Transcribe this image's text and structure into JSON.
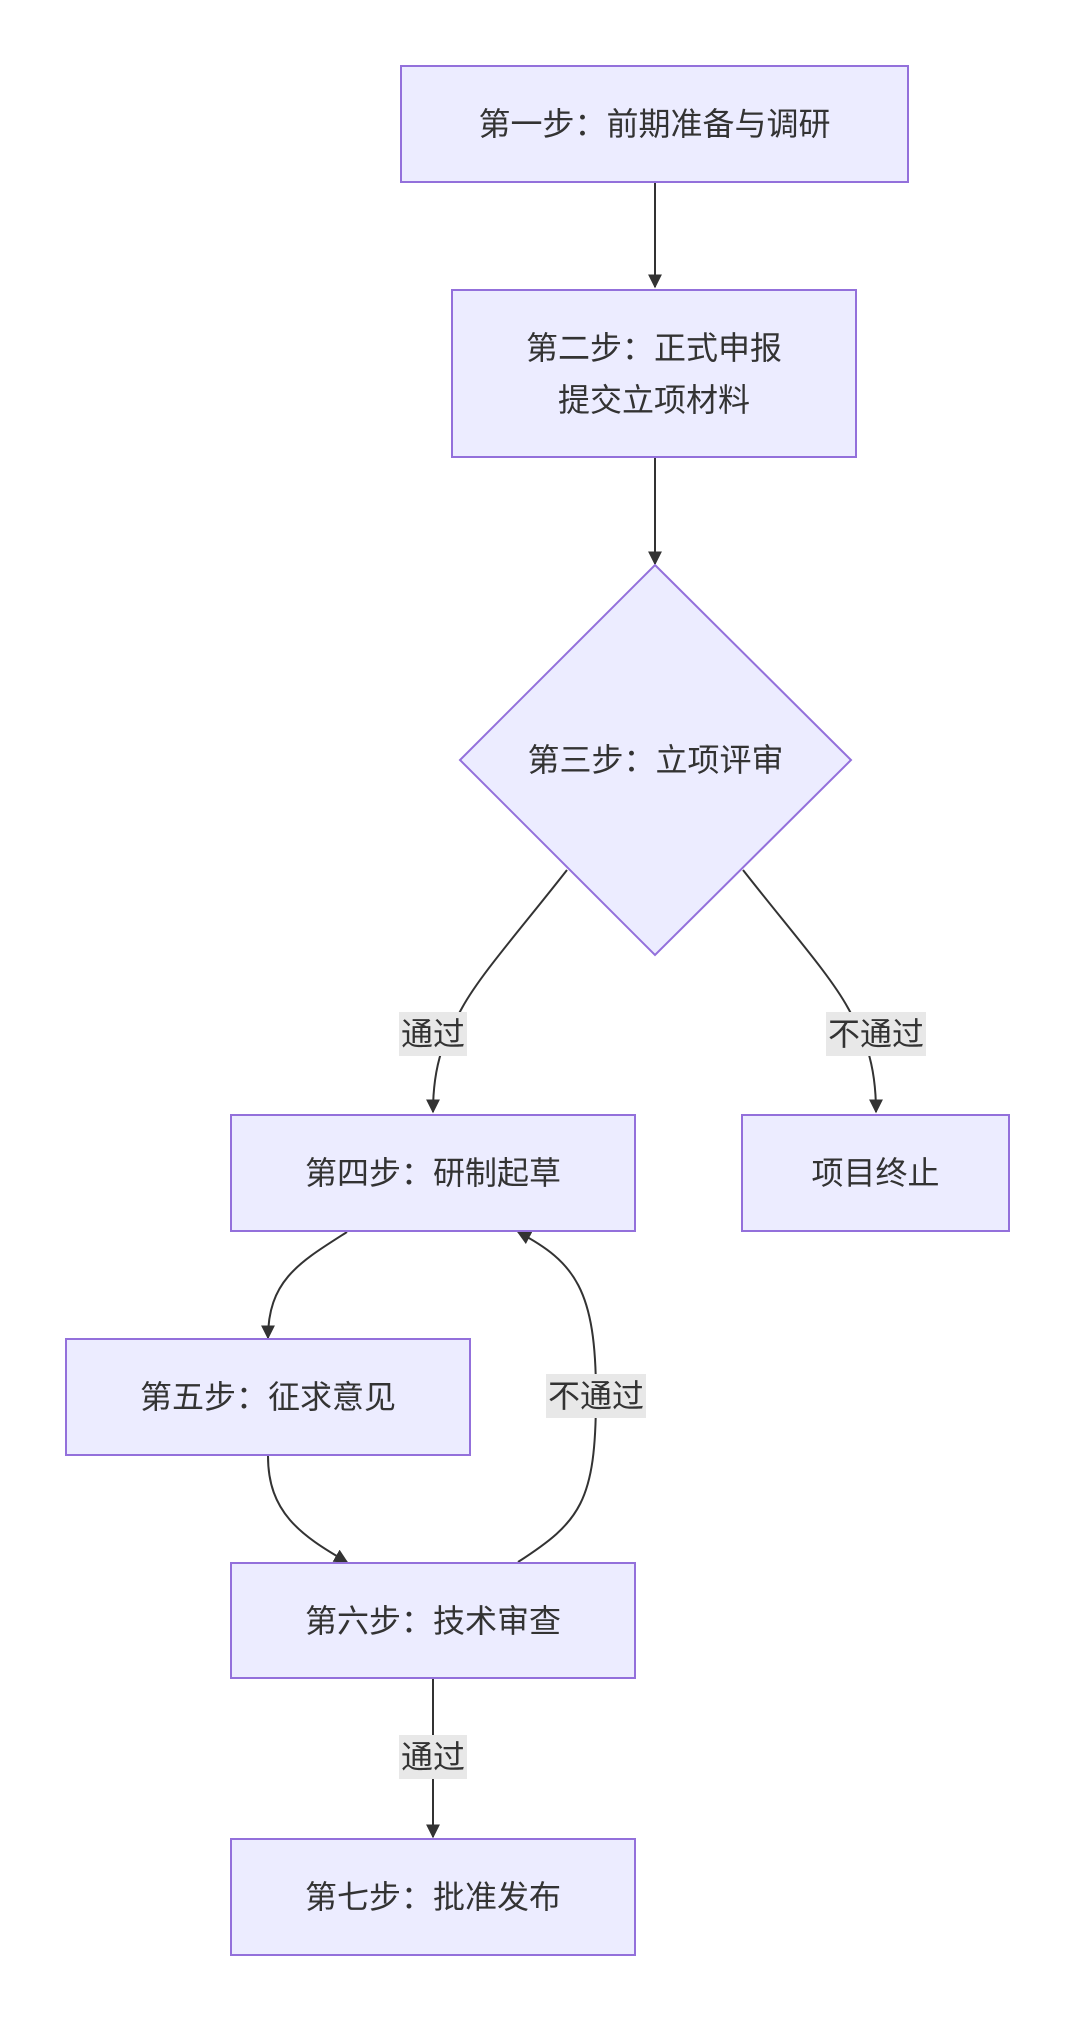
{
  "colors": {
    "node_fill": "#ECECFF",
    "node_stroke": "#9370DB",
    "edge_stroke": "#333333",
    "text": "#333333",
    "edge_label_bg": "#E8E8E8"
  },
  "nodes": {
    "step1": {
      "label": "第一步：前期准备与调研"
    },
    "step2": {
      "label": "第二步：正式申报\n提交立项材料"
    },
    "step3": {
      "label": "第三步：立项评审"
    },
    "step4": {
      "label": "第四步：研制起草"
    },
    "terminate": {
      "label": "项目终止"
    },
    "step5": {
      "label": "第五步：征求意见"
    },
    "step6": {
      "label": "第六步：技术审查"
    },
    "step7": {
      "label": "第七步：批准发布"
    }
  },
  "edges": {
    "step3_to_step4": {
      "label": "通过"
    },
    "step3_to_terminate": {
      "label": "不通过"
    },
    "step6_to_step4": {
      "label": "不通过"
    },
    "step6_to_step7": {
      "label": "通过"
    }
  }
}
